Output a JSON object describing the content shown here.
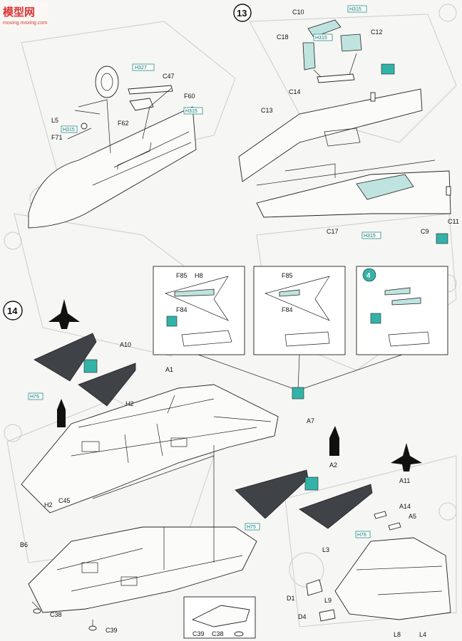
{
  "watermark": {
    "text": "模型网",
    "url": "moxing.moxing.com"
  },
  "steps": {
    "step13": "13",
    "step14": "14",
    "view_option": "4"
  },
  "paint": {
    "color_code": "H315",
    "color_code_b": "H327",
    "color_code_c": "H75",
    "color_code_d": "H76"
  },
  "step12_parts": {
    "c47": "C47",
    "f60": "F60",
    "f62": "F62",
    "l5": "L5",
    "f71": "F71"
  },
  "step13_parts": {
    "c10": "C10",
    "c12": "C12",
    "c18": "C18",
    "c14": "C14",
    "c13": "C13",
    "c17": "C17",
    "c9": "C9",
    "c11": "C11"
  },
  "options": {
    "f85": "F85",
    "h8": "H8",
    "f84": "F84"
  },
  "step14_parts": {
    "a10": "A10",
    "a1": "A1",
    "h2": "H2",
    "c45": "C45",
    "a7": "A7",
    "a2": "A2",
    "a11": "A11",
    "a14": "A14",
    "a5": "A5",
    "b6": "B6",
    "l3": "L3",
    "d1": "D1",
    "l9": "L9",
    "d4": "D4",
    "l8": "L8",
    "l4": "L4",
    "c38": "C38",
    "c39": "C39"
  },
  "colors": {
    "teal": "#bfe4e0",
    "dark_part": "#3f4347",
    "h_code_frame": "#1e8f88"
  }
}
